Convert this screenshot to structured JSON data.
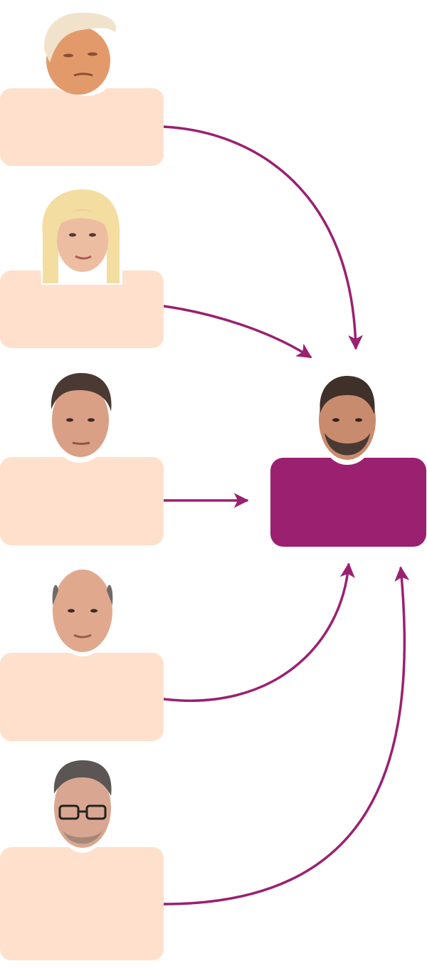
{
  "colors": {
    "source_box": "#FFE0CC",
    "target_box": "#9B2070",
    "arrow": "#9B2070",
    "face_outline": "#FFFFFF",
    "skin": "#E2A98A",
    "skin_dark": "#C98466",
    "hair_blonde": "#F3DDA0",
    "hair_white": "#F1EEE6",
    "hair_dark": "#4A3A33",
    "hair_grey": "#6E6A68"
  },
  "diagram": {
    "sources": [
      {
        "id": "person-1",
        "label": "",
        "portrait": "face-icon-orange-complexion-blond-hair"
      },
      {
        "id": "person-2",
        "label": "",
        "portrait": "face-icon-long-blonde-hair"
      },
      {
        "id": "person-3",
        "label": "",
        "portrait": "face-icon-short-dark-hair"
      },
      {
        "id": "person-4",
        "label": "",
        "portrait": "face-icon-bald"
      },
      {
        "id": "person-5",
        "label": "",
        "portrait": "face-icon-glasses-grey-hair-beard"
      }
    ],
    "target": {
      "id": "person-target",
      "label": "",
      "portrait": "face-icon-beard-dark-hair"
    },
    "edges": [
      {
        "from": "person-1",
        "to": "person-target"
      },
      {
        "from": "person-2",
        "to": "person-target"
      },
      {
        "from": "person-3",
        "to": "person-target"
      },
      {
        "from": "person-4",
        "to": "person-target"
      },
      {
        "from": "person-5",
        "to": "person-target"
      }
    ]
  }
}
